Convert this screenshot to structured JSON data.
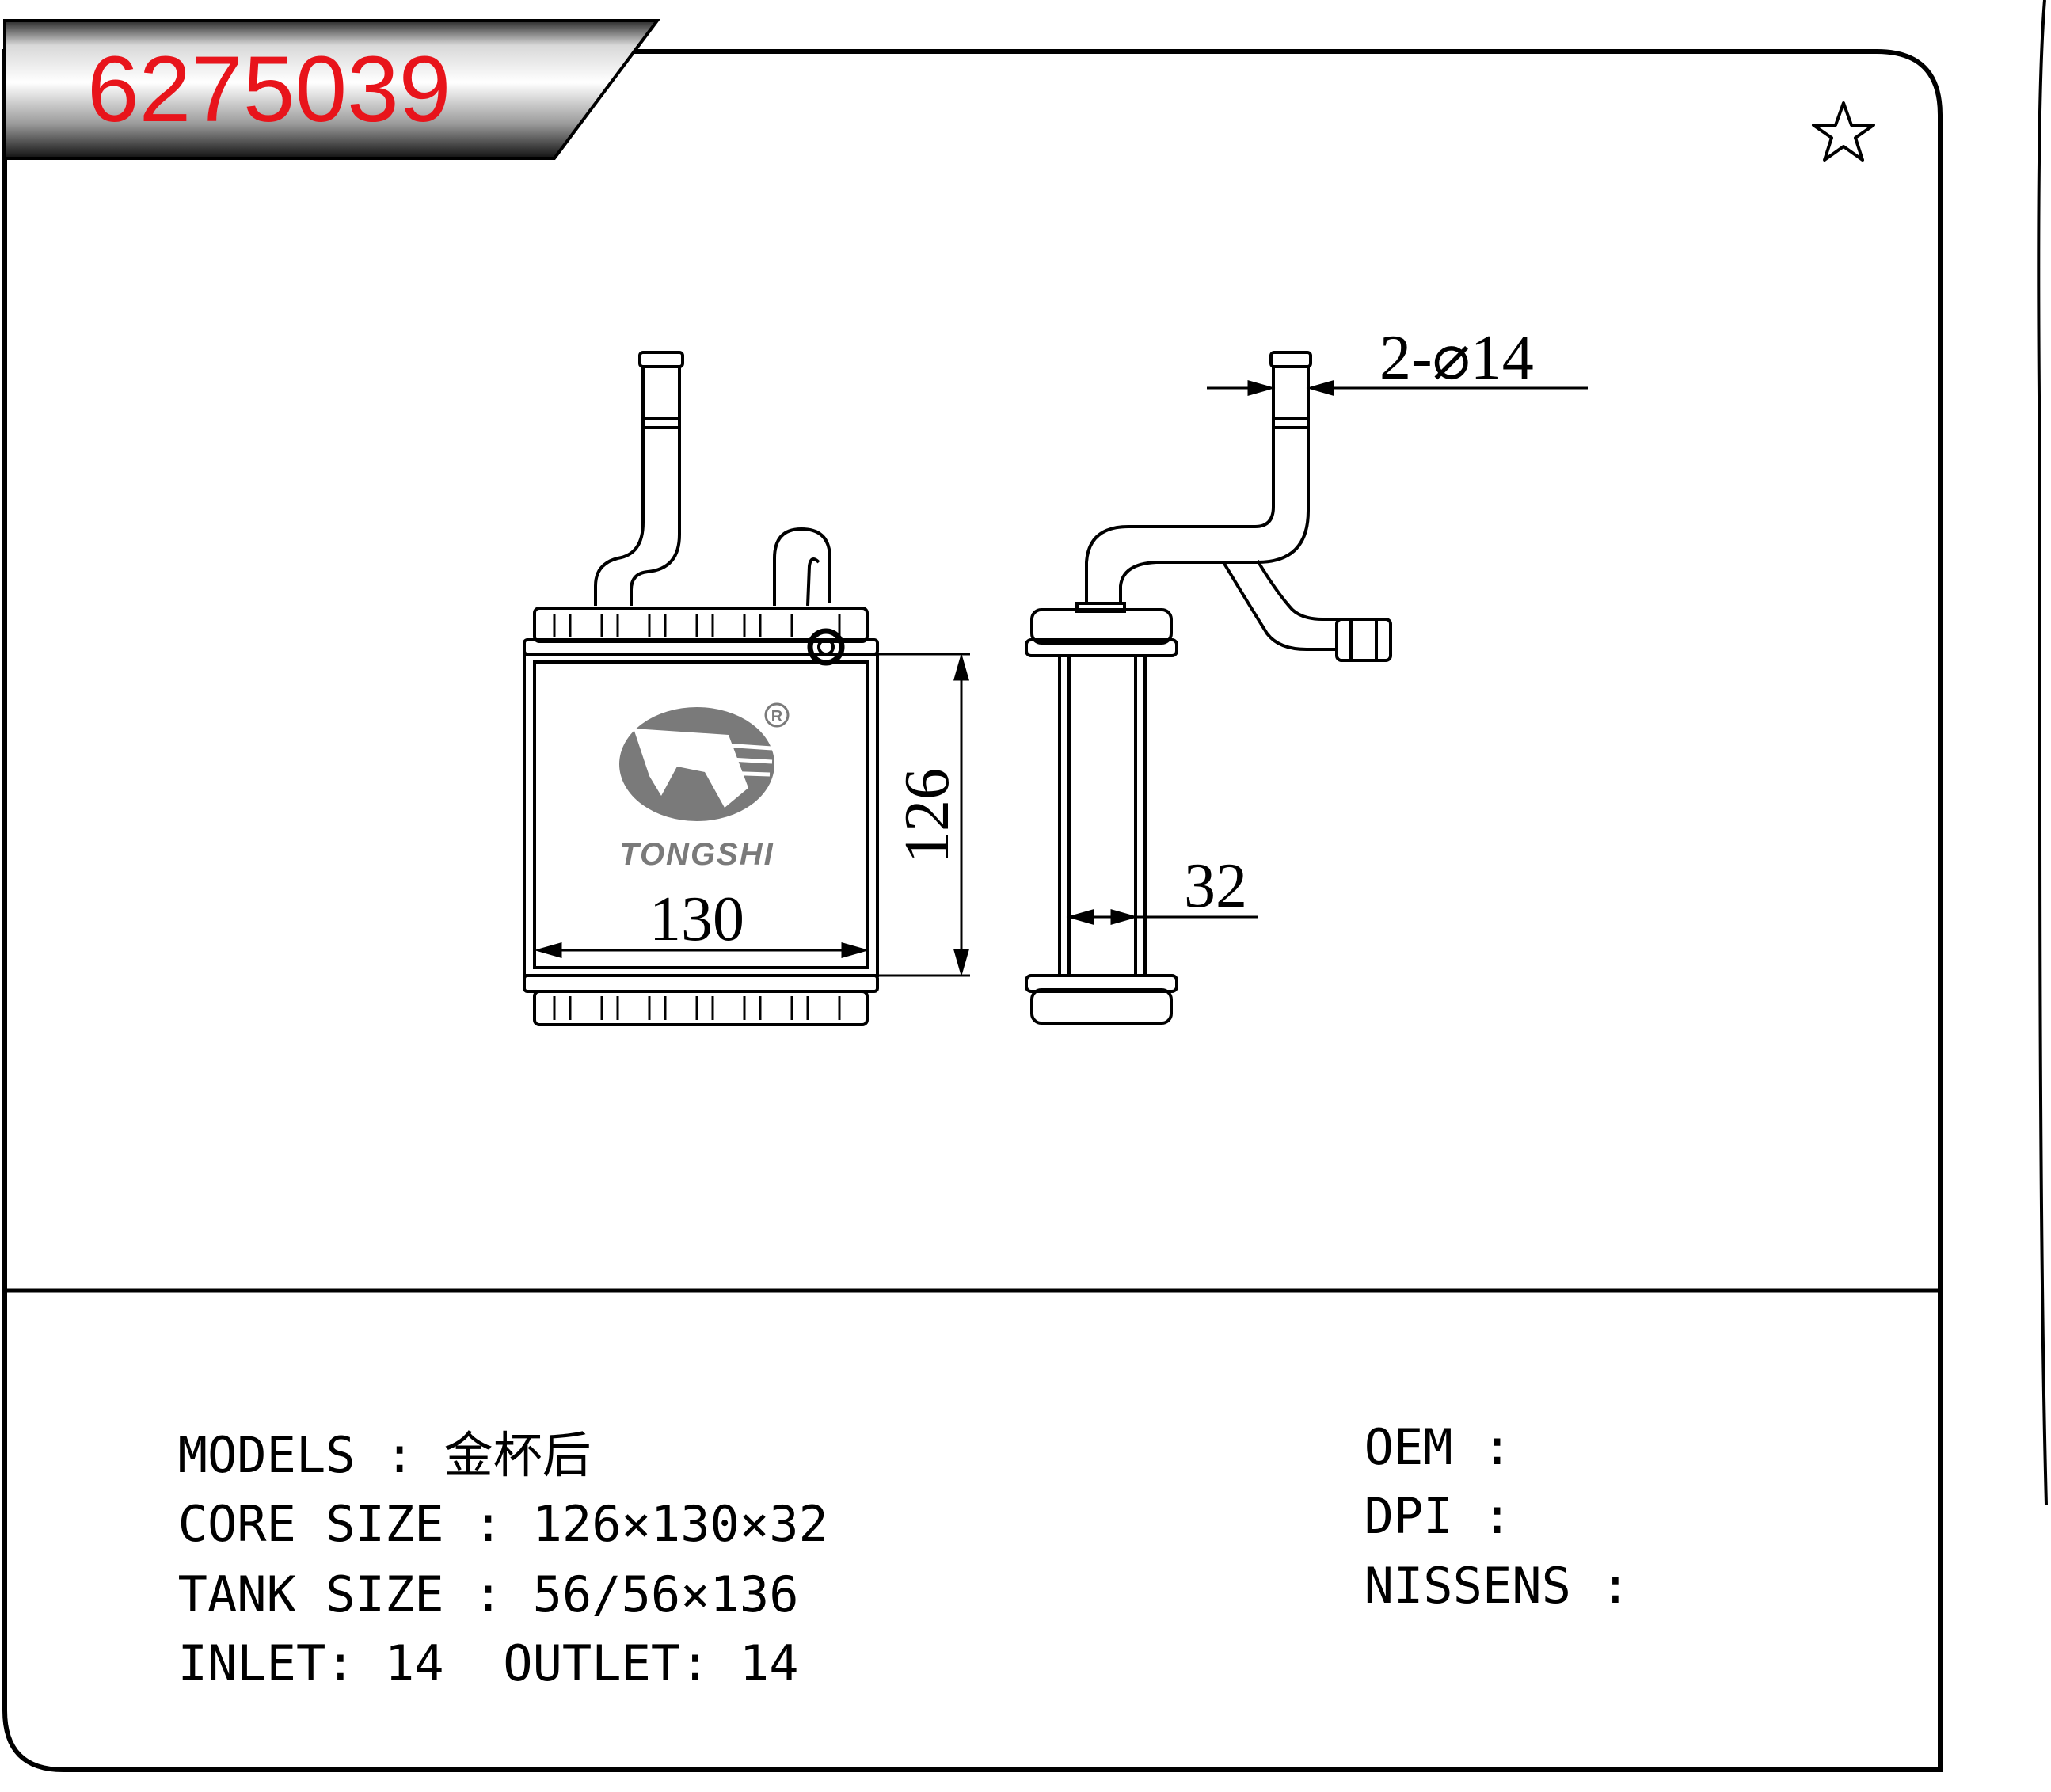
{
  "header": {
    "part_number": "6275039",
    "favorite_icon": "star-outline-icon"
  },
  "brand": {
    "logo_text": "TONGSHI",
    "registered_mark": "R"
  },
  "dimensions": {
    "width": "130",
    "height": "126",
    "depth": "32",
    "pipe": "2-⌀14"
  },
  "specs": {
    "models_label": "MODELS",
    "models_sep": " : ",
    "models_value": "金杯后",
    "core_label": "CORE SIZE",
    "core_sep": " : ",
    "core_value": "126×130×32",
    "tank_label": "TANK SIZE",
    "tank_sep": " : ",
    "tank_value": "56/56×136",
    "inlet_label": "INLET",
    "inlet_sep": ": ",
    "inlet_value": "14",
    "outlet_label": "OUTLET",
    "outlet_sep": ": ",
    "outlet_value": "14",
    "oem_label": "OEM",
    "oem_sep": " :",
    "dpi_label": "DPI",
    "dpi_sep": " :",
    "nissens_label": "NISSENS",
    "nissens_sep": " :"
  },
  "colors": {
    "part_number": "#e8141b",
    "line": "#000000",
    "logo": "#7a7a7a"
  }
}
